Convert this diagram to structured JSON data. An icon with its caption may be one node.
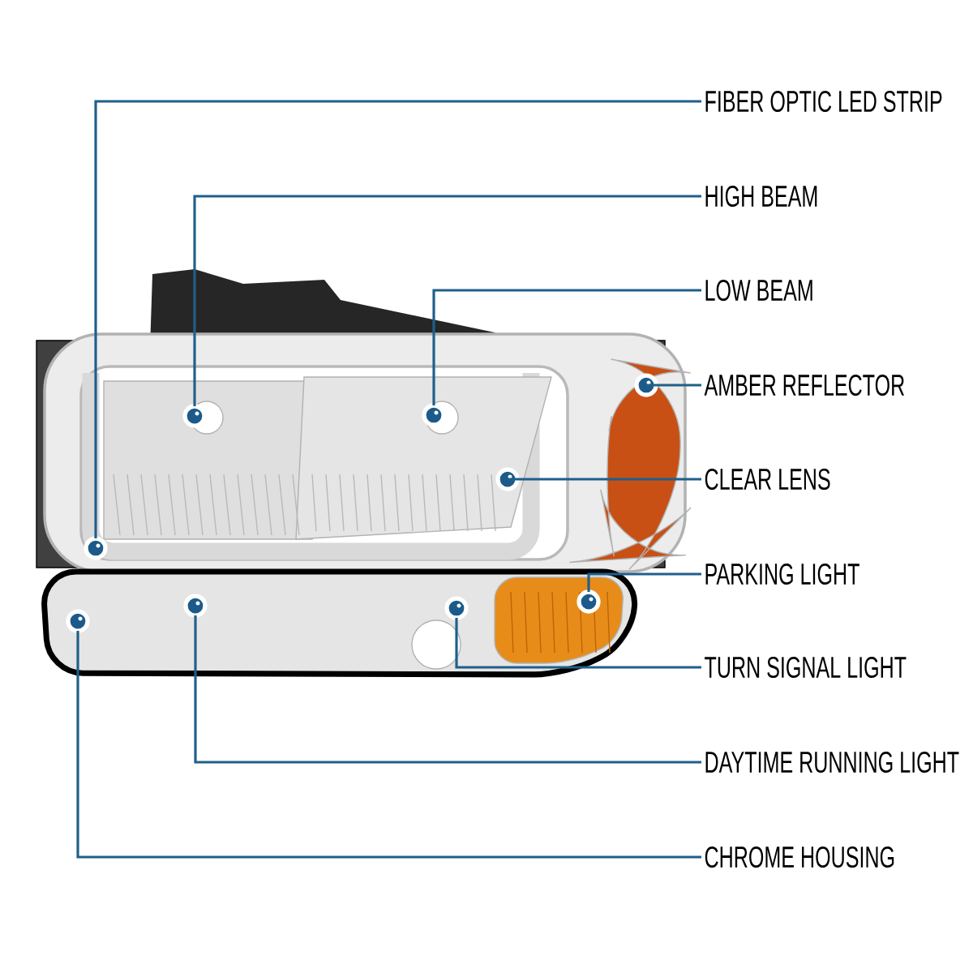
{
  "diagram": {
    "nodes": [
      {
        "text": [
          "FIBER OPTIC LED STRIP"
        ]
      },
      {
        "text": [
          "HIGH BEAM"
        ]
      },
      {
        "text": [
          "LOW BEAM"
        ]
      },
      {
        "text": [
          "AMBER REFLECTOR"
        ]
      },
      {
        "text": [
          "CLEAR LENS"
        ]
      },
      {
        "text": [
          "PARKING LIGHT"
        ]
      },
      {
        "text": [
          "TURN SIGNAL LIGHT"
        ]
      },
      {
        "text": [
          "DAYTIME RUNNING LIGHT"
        ]
      },
      {
        "text": [
          "CHROME HOUSING"
        ]
      },
      {
        "text": [],
        "shape": "circle"
      },
      {
        "text": [],
        "shape": "circle"
      },
      {
        "text": [],
        "shape": "circle"
      },
      {
        "text": [],
        "shape": "circle"
      },
      {
        "text": [],
        "shape": "circle"
      },
      {
        "text": [],
        "shape": "circle"
      },
      {
        "text": [],
        "shape": "circle"
      },
      {
        "text": [],
        "shape": "circle"
      },
      {
        "text": [],
        "shape": "circle"
      }
    ],
    "edges": [
      {
        "from": 0,
        "to": 9,
        "arrow": "none"
      },
      {
        "from": 1,
        "to": 10,
        "arrow": "none"
      },
      {
        "from": 2,
        "to": 11,
        "arrow": "none"
      },
      {
        "from": 3,
        "to": 12,
        "arrow": "none"
      },
      {
        "from": 4,
        "to": 13,
        "arrow": "none"
      },
      {
        "from": 5,
        "to": 14,
        "arrow": "none"
      },
      {
        "from": 6,
        "to": 15,
        "arrow": "none"
      },
      {
        "from": 7,
        "to": 16,
        "arrow": "none"
      },
      {
        "from": 8,
        "to": 17,
        "arrow": "none"
      }
    ]
  }
}
